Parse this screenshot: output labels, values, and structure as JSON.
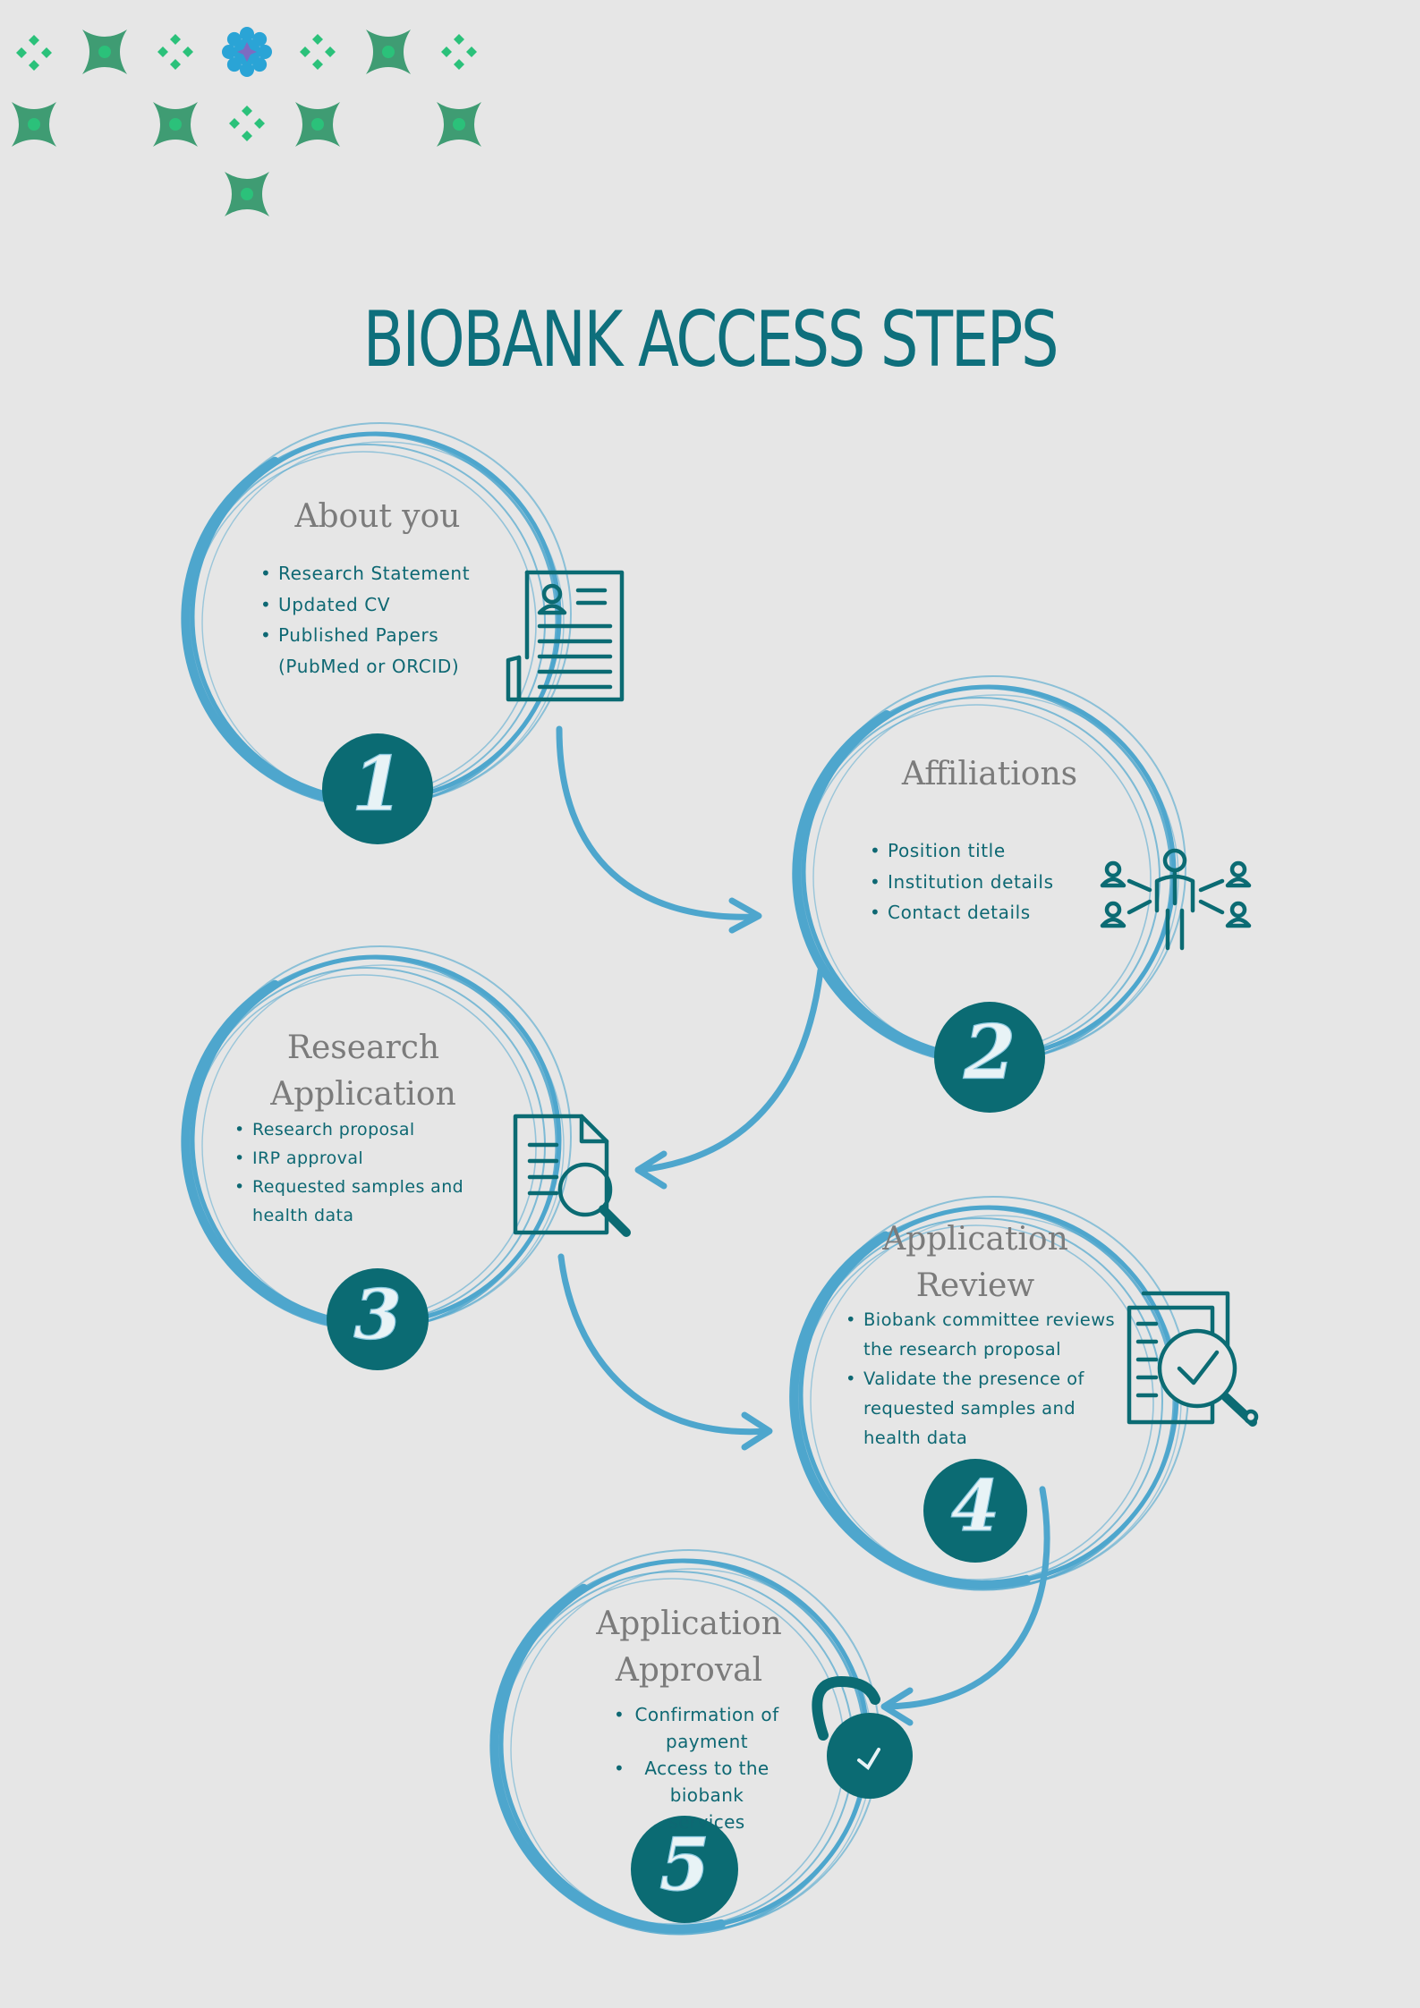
{
  "title": "BIOBANK ACCESS STEPS",
  "colors": {
    "background": "#e6e6e6",
    "title_teal": "#0e6f7c",
    "badge_teal": "#0b6b73",
    "ring_blue": "#4ea6cd",
    "text_teal": "#0e6873",
    "heading_gray": "#7b7b7b",
    "pattern_green": "#2bc17a",
    "pattern_dark_green": "#3f9c73",
    "pattern_blue": "#2aa4d6",
    "pattern_purple": "#7d6cc1"
  },
  "steps": [
    {
      "number": "1",
      "heading": "About you",
      "icon": "resume-document-icon",
      "items": [
        "Research Statement",
        "Updated CV",
        "Published Papers (PubMed or ORCID)"
      ]
    },
    {
      "number": "2",
      "heading": "Affiliations",
      "icon": "network-person-icon",
      "items": [
        "Position title",
        "Institution details",
        "Contact details"
      ]
    },
    {
      "number": "3",
      "heading": "Research Application",
      "icon": "document-search-icon",
      "items": [
        "Research proposal",
        "IRP approval",
        "Requested samples and health data"
      ]
    },
    {
      "number": "4",
      "heading": "Application Review",
      "icon": "document-review-check-icon",
      "items": [
        "Biobank committee reviews the research proposal",
        "Validate the presence of requested samples and health data"
      ]
    },
    {
      "number": "5",
      "heading": "Application Approval",
      "icon": "unlocked-padlock-icon",
      "items": [
        "Confirmation of payment",
        "Access to the biobank services"
      ]
    }
  ]
}
